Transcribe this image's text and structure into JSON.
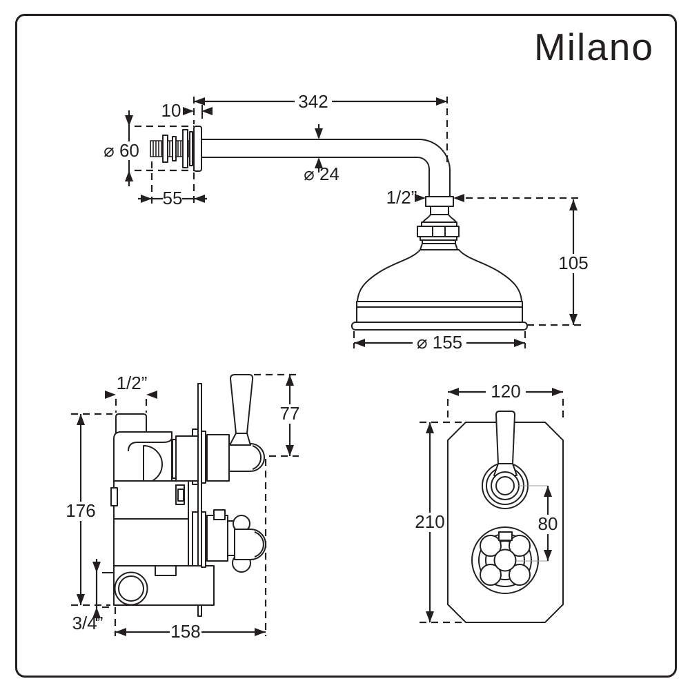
{
  "brand": {
    "logo": "Milano"
  },
  "colors": {
    "line": "#231f20",
    "background": "#ffffff",
    "leader": "#9a9a9a"
  },
  "head_assembly": {
    "arm_length": "342",
    "flange_width": "10",
    "flange_diameter": "⌀ 60",
    "thread_length": "55",
    "arm_diameter": "⌀ 24",
    "connection": "1/2”",
    "head_height": "105",
    "head_diameter": "⌀ 155"
  },
  "valve_side": {
    "inlet": "1/2”",
    "handle_height": "77",
    "body_height": "176",
    "outlet": "3/4”",
    "depth": "158"
  },
  "valve_front": {
    "plate_width": "120",
    "plate_height": "210",
    "handle_spacing": "80"
  }
}
